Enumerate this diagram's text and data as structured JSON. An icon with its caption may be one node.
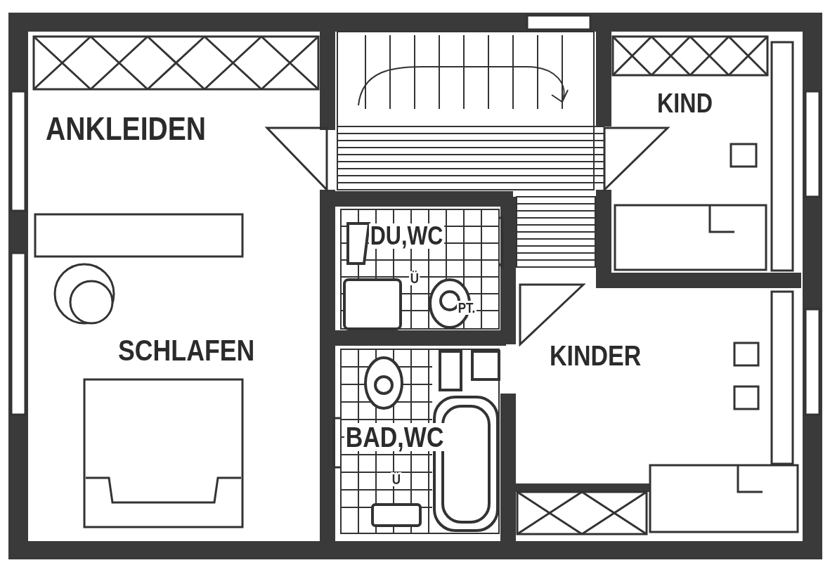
{
  "diagram": {
    "labels": [
      "ANKLEIDEN",
      "KIND",
      "DU,WC",
      "Ü",
      "PT.",
      "SCHLAFEN",
      "KINDER",
      "BAD,WC",
      "Ü"
    ]
  }
}
